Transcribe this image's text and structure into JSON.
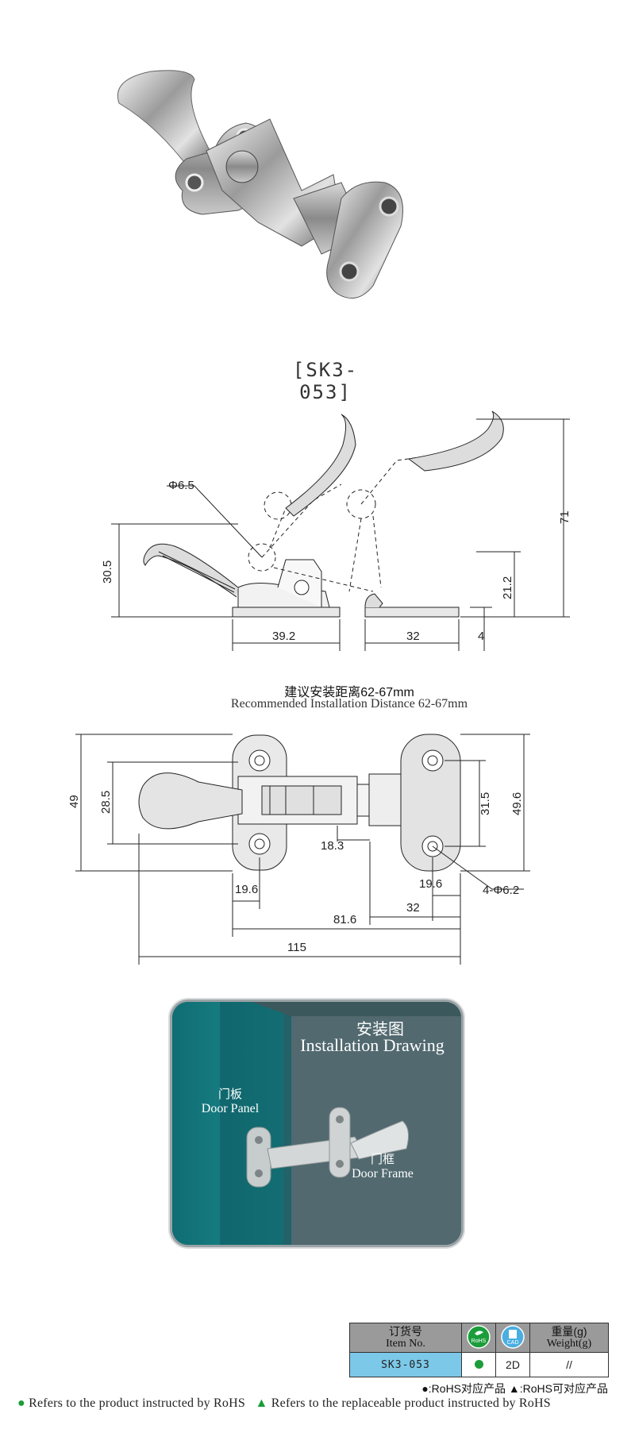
{
  "product": {
    "model_tag": "[SK3-053]"
  },
  "side_view": {
    "hole_dia": "Φ6.5",
    "height_open": "71",
    "height_left": "30.5",
    "height_mid": "21.2",
    "width_left": "39.2",
    "width_right": "32",
    "plate_thick": "4"
  },
  "top_view": {
    "heading_cn": "建议安装距离62-67mm",
    "heading_en": "Recommended Installation Distance 62-67mm",
    "overall_height": "49",
    "left_hole_span": "28.5",
    "right_hole_span": "31.5",
    "right_plate_height": "49.6",
    "slot_width": "18.3",
    "left_plate_width": "19.6",
    "right_plate_width": "19.6",
    "right_offset": "32",
    "hole_spec": "4-Φ6.2",
    "center_distance": "81.6",
    "overall_length": "115"
  },
  "installation": {
    "title_cn": "安装图",
    "title_en": "Installation Drawing",
    "door_panel_cn": "门板",
    "door_panel_en": "Door Panel",
    "door_frame_cn": "门框",
    "door_frame_en": "Door Frame"
  },
  "order_table": {
    "item_cn": "订货号",
    "item_en": "Item No.",
    "rohs_badge": "RoHS",
    "cad_badge": "CAD",
    "weight_cn": "重量(g)",
    "weight_en": "Weight(g)",
    "item_value": "SK3-053",
    "cad_value": "2D",
    "weight_value": "//"
  },
  "legend": {
    "cn": "●:RoHS对应产品  ▲:RoHS可对应产品",
    "en_rohs": "Refers to the product instructed by RoHS",
    "en_replaceable": "Refers to the replaceable product instructed by RoHS"
  },
  "colors": {
    "rohs_green": "#1a9d3a",
    "item_blue": "#7cc8e8",
    "panel_teal": "#4f6b72",
    "header_grey": "#9a9a9a"
  }
}
